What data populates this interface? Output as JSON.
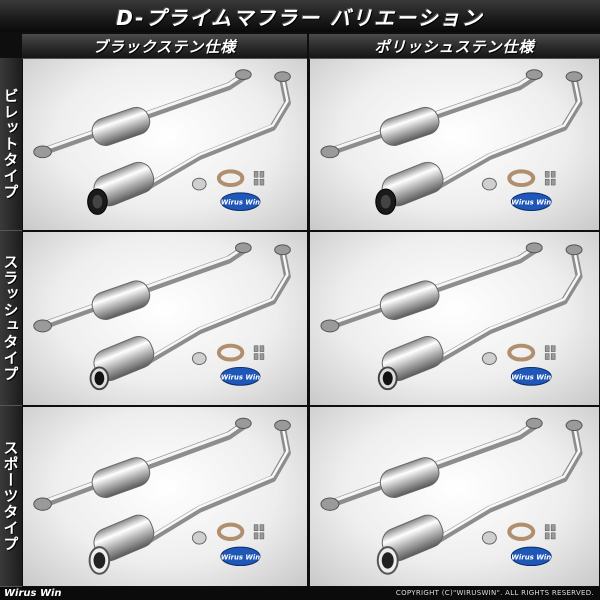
{
  "title": "D-プライムマフラー バリエーション",
  "columns": [
    {
      "label": "ブラックステン仕様"
    },
    {
      "label": "ポリッシュステン仕様"
    }
  ],
  "rows": [
    {
      "label": "ビレットタイプ",
      "tip": "black"
    },
    {
      "label": "スラッシュタイプ",
      "tip": "slash"
    },
    {
      "label": "スポーツタイプ",
      "tip": "sport"
    }
  ],
  "badge": {
    "line1": "Wirus",
    "line2": "Win"
  },
  "footer": {
    "logo": "Wirus Win",
    "copyright": "COPYRIGHT (C)\"WIRUSWIN\". ALL RIGHTS RESERVED."
  },
  "colors": {
    "chrome_light": "#f4f4f4",
    "chrome_dark": "#7a7a7a",
    "badge_blue": "#1f57b8",
    "gasket": "#b08e6e"
  }
}
